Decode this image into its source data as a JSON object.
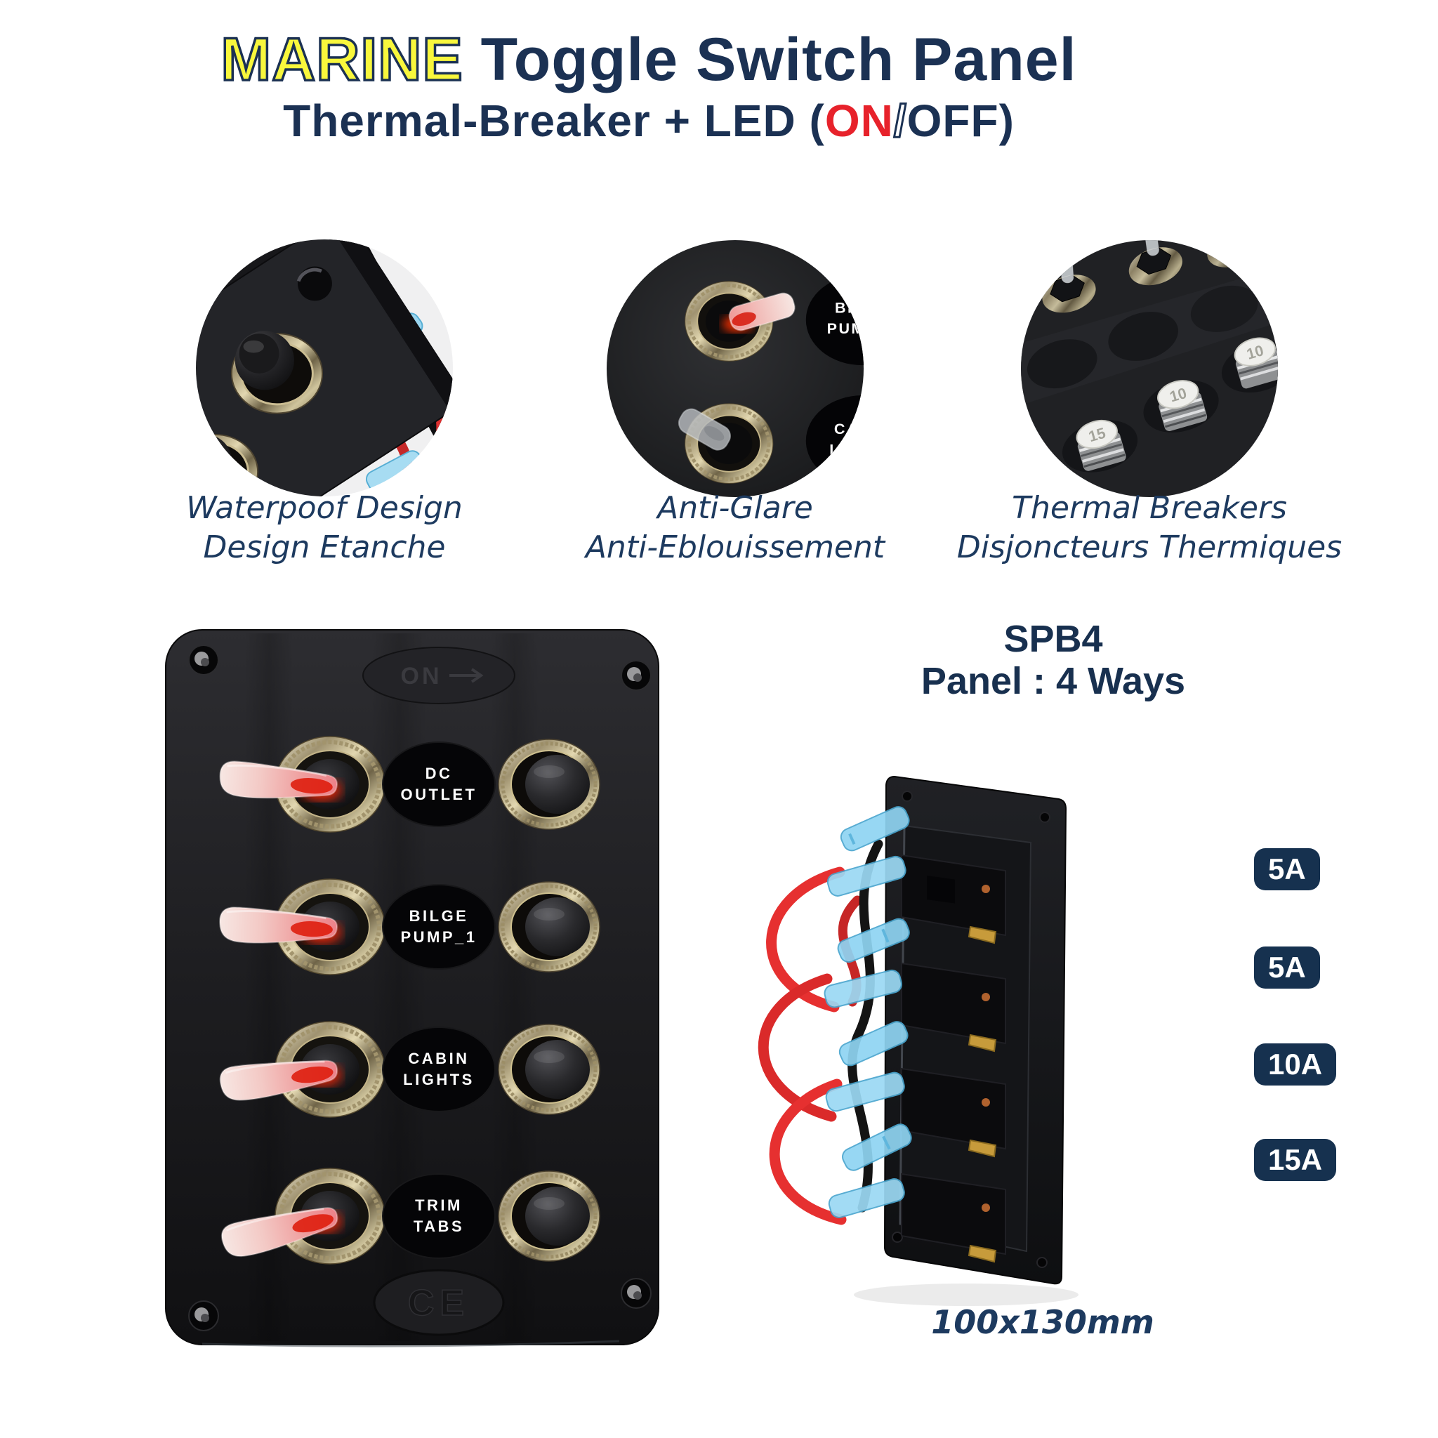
{
  "colors": {
    "navy": "#1b3153",
    "yellow": "#f8f73c",
    "red": "#e7222b",
    "badge_bg": "#16314f"
  },
  "header": {
    "title_marine": "MARINE",
    "title_rest": " Toggle Switch Panel",
    "subtitle_prefix": "Thermal-Breaker + LED  ",
    "paren_open": "(",
    "on_word": "ON",
    "slash": "/",
    "off_word": "OFF",
    "paren_close": ")"
  },
  "features": [
    {
      "caption_en": "Waterpoof Design",
      "caption_fr": "Design Etanche"
    },
    {
      "caption_en": "Anti-Glare",
      "caption_fr": "Anti-Eblouissement"
    },
    {
      "caption_en": "Thermal Breakers",
      "caption_fr": "Disjoncteurs Thermiques"
    }
  ],
  "product": {
    "model": "SPB4",
    "ways": "Panel : 4 Ways",
    "dimensions": "100x130mm",
    "on_marking": "ON",
    "ce_marking": "CE",
    "switch_labels": [
      {
        "line1": "DC",
        "line2": "OUTLET"
      },
      {
        "line1": "BILGE",
        "line2": "PUMP_1"
      },
      {
        "line1": "CABIN",
        "line2": "LIGHTS"
      },
      {
        "line1": "TRIM",
        "line2": "TABS"
      }
    ],
    "breaker_ratings": [
      "5A",
      "5A",
      "10A",
      "15A"
    ],
    "inset_breaker_caps": [
      "15",
      "10",
      "10"
    ]
  }
}
